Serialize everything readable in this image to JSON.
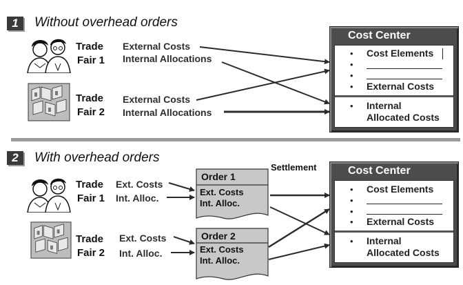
{
  "section1": {
    "number": "1",
    "title": "Without overhead orders"
  },
  "section2": {
    "number": "2",
    "title": "With overhead orders"
  },
  "s1": {
    "fair1": {
      "line1": "Trade",
      "line2": "Fair 1",
      "cost1": "External Costs",
      "cost2": "Internal Allocations"
    },
    "fair2": {
      "line1": "Trade",
      "line2": "Fair 2",
      "cost1": "External Costs",
      "cost2": "Internal Allocations"
    }
  },
  "s2": {
    "fair1": {
      "line1": "Trade",
      "line2": "Fair 1",
      "cost1": "Ext. Costs",
      "cost2": "Int. Alloc."
    },
    "fair2": {
      "line1": "Trade",
      "line2": "Fair 2",
      "cost1": "Ext. Costs",
      "cost2": "Int. Alloc."
    },
    "order1": {
      "title": "Order 1",
      "line1": "Ext. Costs",
      "line2": "Int. Alloc."
    },
    "order2": {
      "title": "Order 2",
      "line1": "Ext. Costs",
      "line2": "Int. Alloc."
    },
    "settlement": "Settlement"
  },
  "cost_center": {
    "title": "Cost Center",
    "bullet": "•",
    "cost_elements": "Cost Elements",
    "external_costs": "External Costs",
    "internal_line1": "Internal",
    "internal_line2": "Allocated Costs"
  },
  "icons": {
    "people": "people-icon",
    "booths": "trade-fair-booths-icon"
  },
  "colors": {
    "cost_center_frame": "#4c4c4c",
    "number_box": "#3a3a3a",
    "divider": "#9a9a9a",
    "arrow": "#2a2a2a"
  }
}
